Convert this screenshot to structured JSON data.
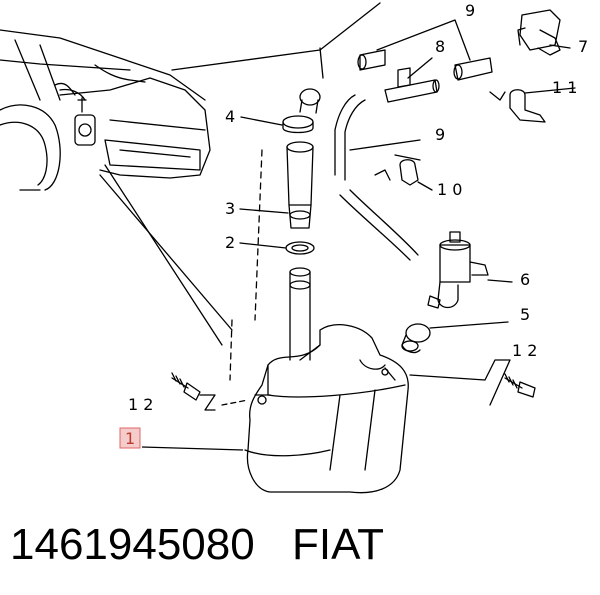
{
  "labels": {
    "l1": "1",
    "l2": "2",
    "l3": "3",
    "l4": "4",
    "l5": "5",
    "l6": "6",
    "l7": "7",
    "l8": "8",
    "l9a": "9",
    "l9b": "9",
    "l10": "1 0",
    "l11": "1 1",
    "l12a": "1 2",
    "l12b": "1 2"
  },
  "footer": {
    "part_number": "1461945080",
    "brand": "FIAT"
  },
  "colors": {
    "line": "#000000",
    "highlight_box_border": "#e06666",
    "highlight_box_fill": "#f4cccc"
  }
}
